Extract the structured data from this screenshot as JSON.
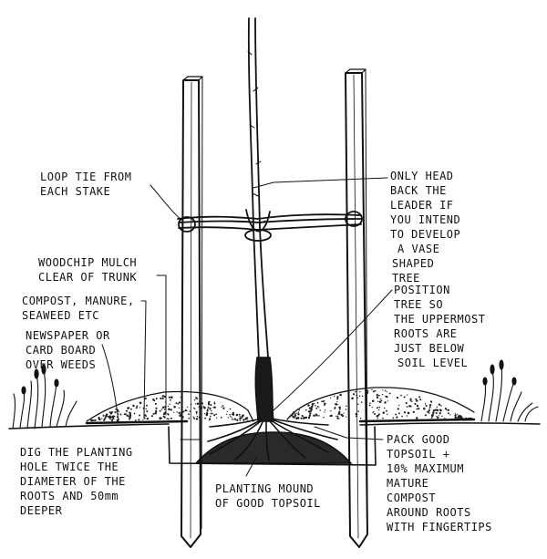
{
  "colors": {
    "ink": "#111111",
    "paper": "#ffffff",
    "mulch": "#222222",
    "mound": "#2a2a2a"
  },
  "labels": {
    "loop_tie": [
      "LOOP TIE FROM",
      "EACH STAKE"
    ],
    "leader": [
      "ONLY HEAD",
      "BACK THE",
      "LEADER IF",
      "YOU INTEND",
      "TO DEVELOP",
      "A VASE",
      "SHAPED",
      "TREE"
    ],
    "mulch": [
      "WOODCHIP MULCH",
      "CLEAR OF TRUNK"
    ],
    "compost": [
      "COMPOST, MANURE,",
      "SEAWEED ETC"
    ],
    "newspaper": [
      "NEWSPAPER OR",
      "CARD BOARD",
      "OVER WEEDS"
    ],
    "position": [
      "POSITION",
      "TREE SO",
      "THE UPPERMOST",
      "ROOTS ARE",
      "JUST BELOW",
      "SOIL LEVEL"
    ],
    "dig": [
      "DIG THE PLANTING",
      "HOLE TWICE THE",
      "DIAMETER OF THE",
      "ROOTS AND 50mm",
      "DEEPER"
    ],
    "pack": [
      "PACK GOOD",
      "TOPSOIL +",
      "10% MAXIMUM",
      "MATURE",
      "COMPOST",
      "AROUND ROOTS",
      "WITH FINGERTIPS"
    ],
    "mound": [
      "PLANTING MOUND",
      "OF GOOD TOPSOIL"
    ]
  }
}
